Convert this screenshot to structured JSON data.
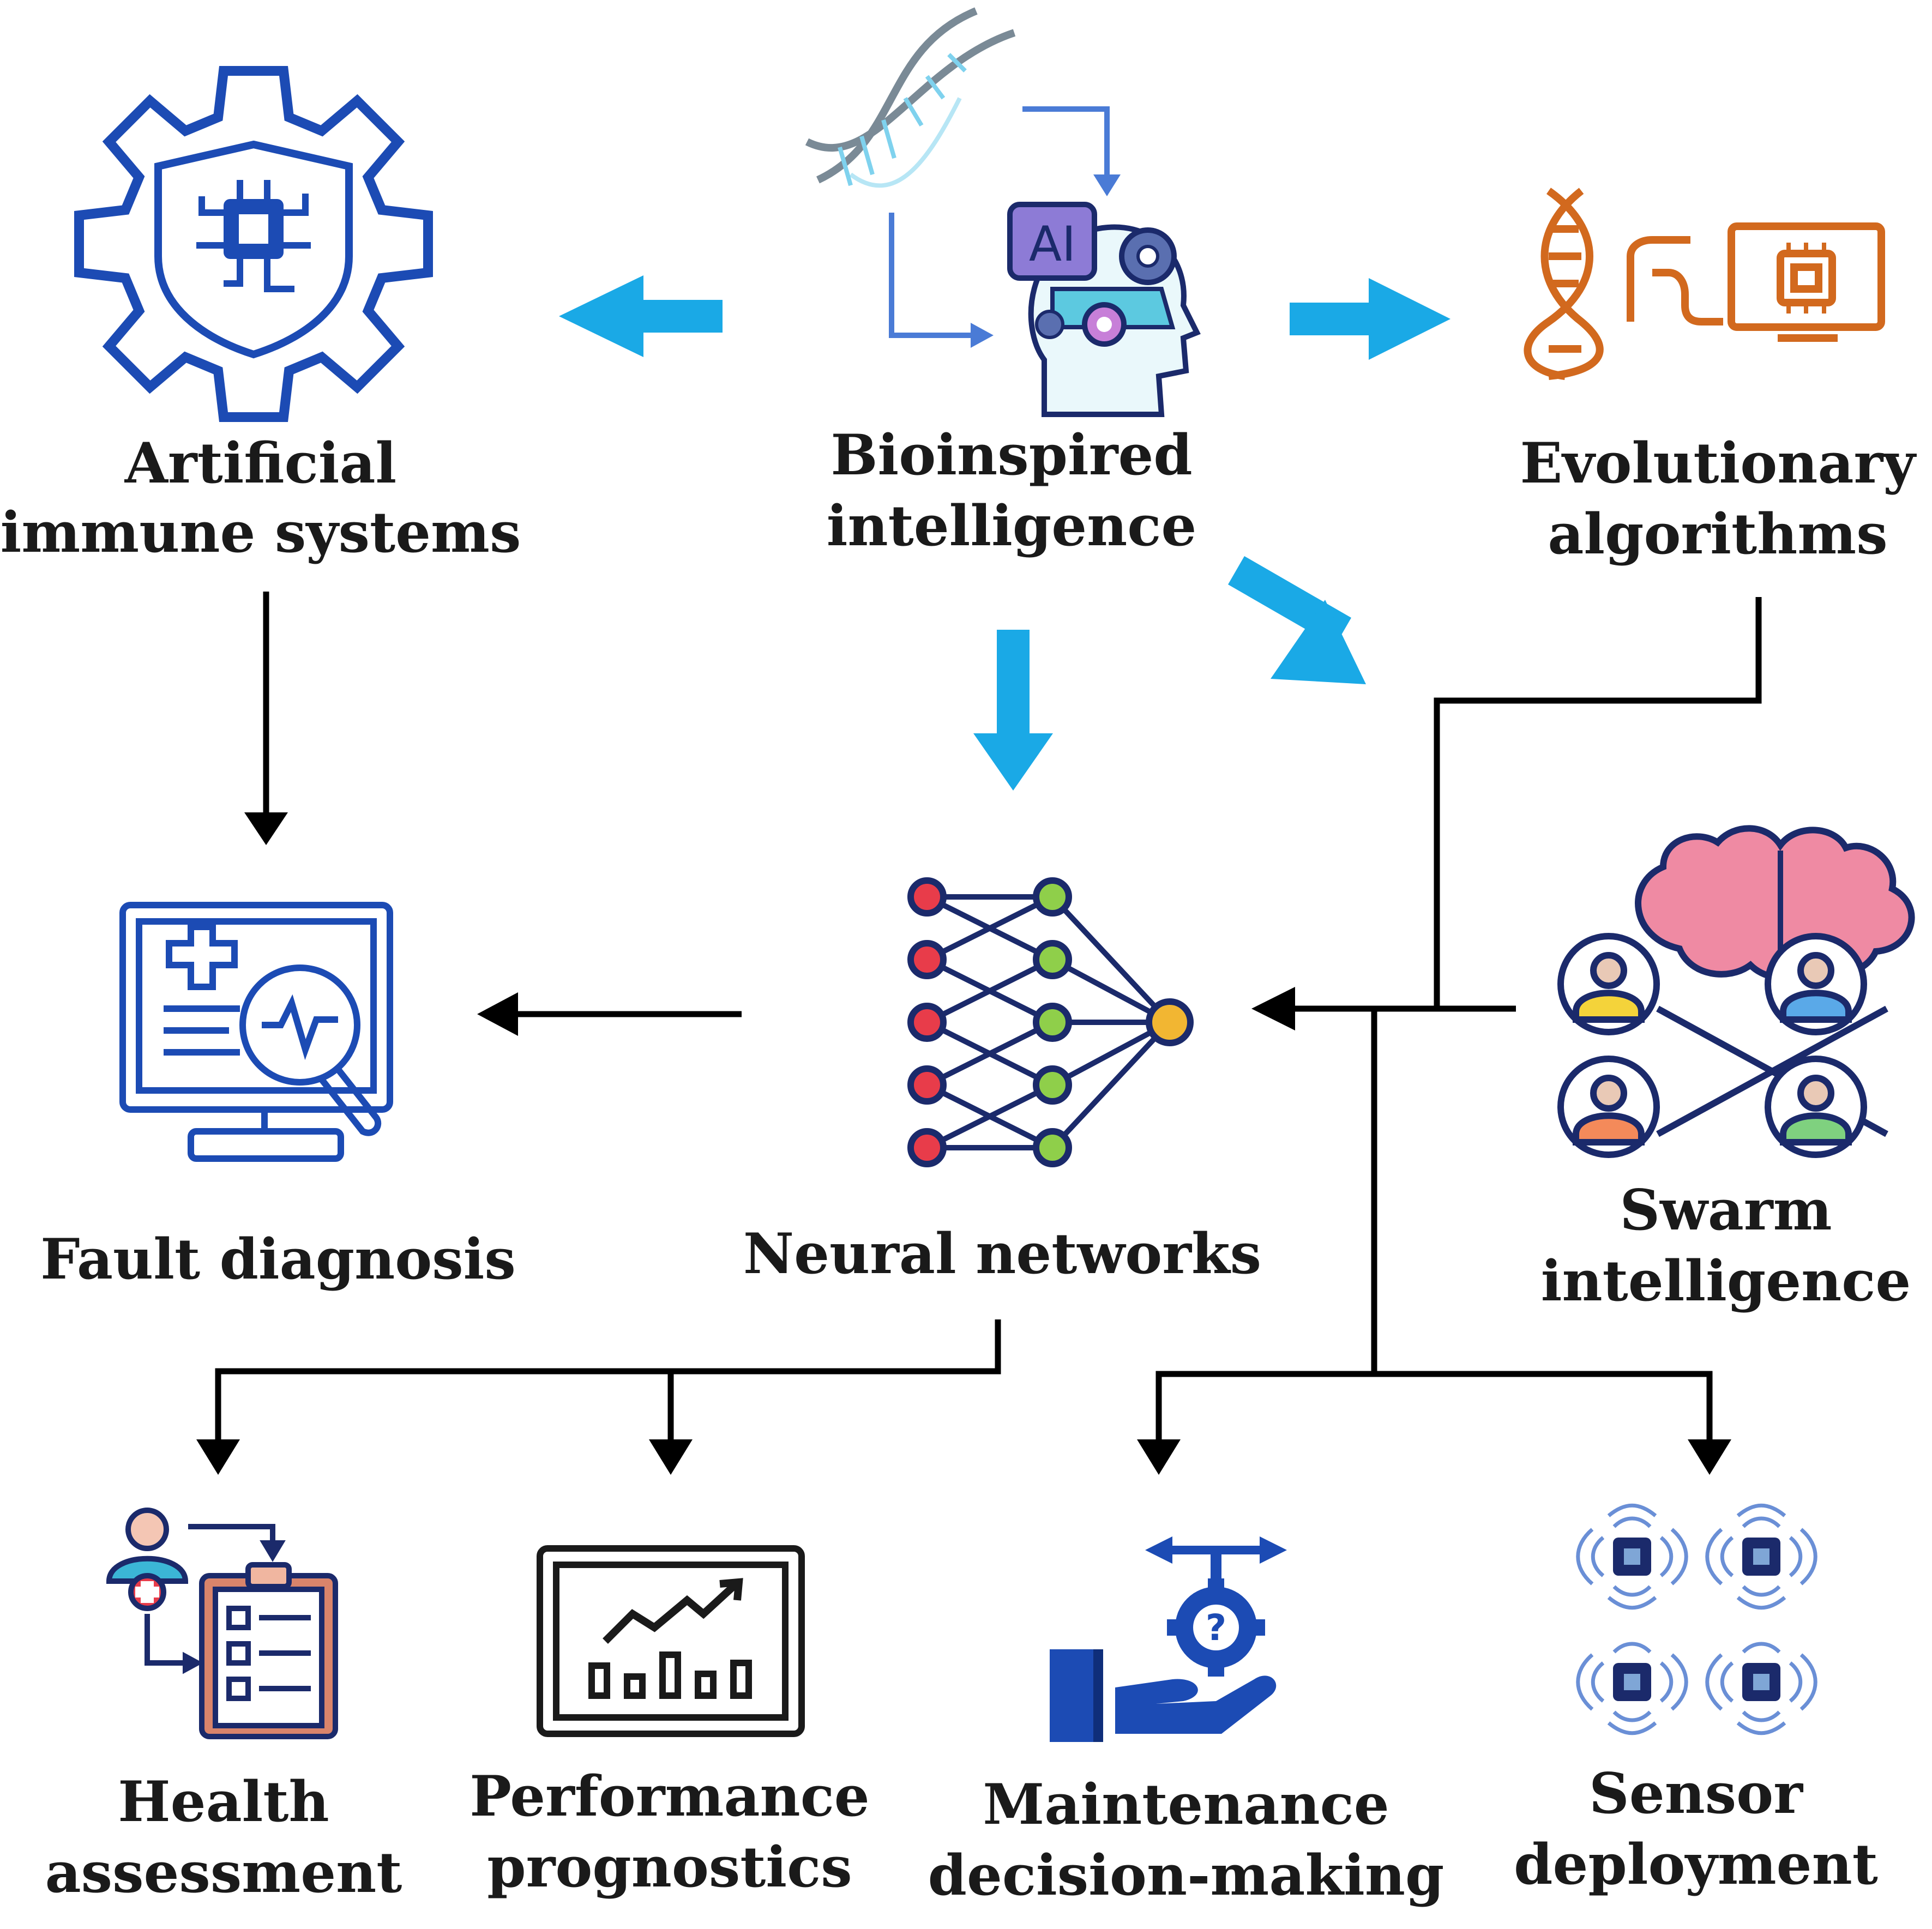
{
  "nodes": {
    "bioinspired": {
      "line1": "Bioinspired",
      "line2": "intelligence",
      "icon": "ai-head-icon"
    },
    "immune": {
      "line1": "Artificial",
      "line2": "immune systems",
      "icon": "gear-shield-chip-icon"
    },
    "evolutionary": {
      "line1": "Evolutionary",
      "line2": "algorithms",
      "icon": "dna-to-computer-icon"
    },
    "neural": {
      "line1": "Neural networks",
      "icon": "neural-network-icon"
    },
    "swarm": {
      "line1": "Swarm",
      "line2": "intelligence",
      "icon": "brain-people-icon"
    },
    "fault": {
      "line1": "Fault diagnosis",
      "icon": "monitor-medical-magnifier-icon"
    },
    "health": {
      "line1": "Health",
      "line2": "assessment",
      "icon": "person-clipboard-icon"
    },
    "performance": {
      "line1": "Performance",
      "line2": "prognostics",
      "icon": "chart-board-icon"
    },
    "maintenance": {
      "line1": "Maintenance",
      "line2": "decision-making",
      "icon": "hand-gear-question-icon"
    },
    "sensor": {
      "line1": "Sensor",
      "line2": "deployment",
      "icon": "wireless-sensors-icon"
    }
  },
  "colors": {
    "primary_arrow": "#1aa9e6",
    "connector": "#000000",
    "icon_blue": "#1c4bb4",
    "icon_orange": "#d2691e",
    "navy": "#1b2a6b"
  }
}
